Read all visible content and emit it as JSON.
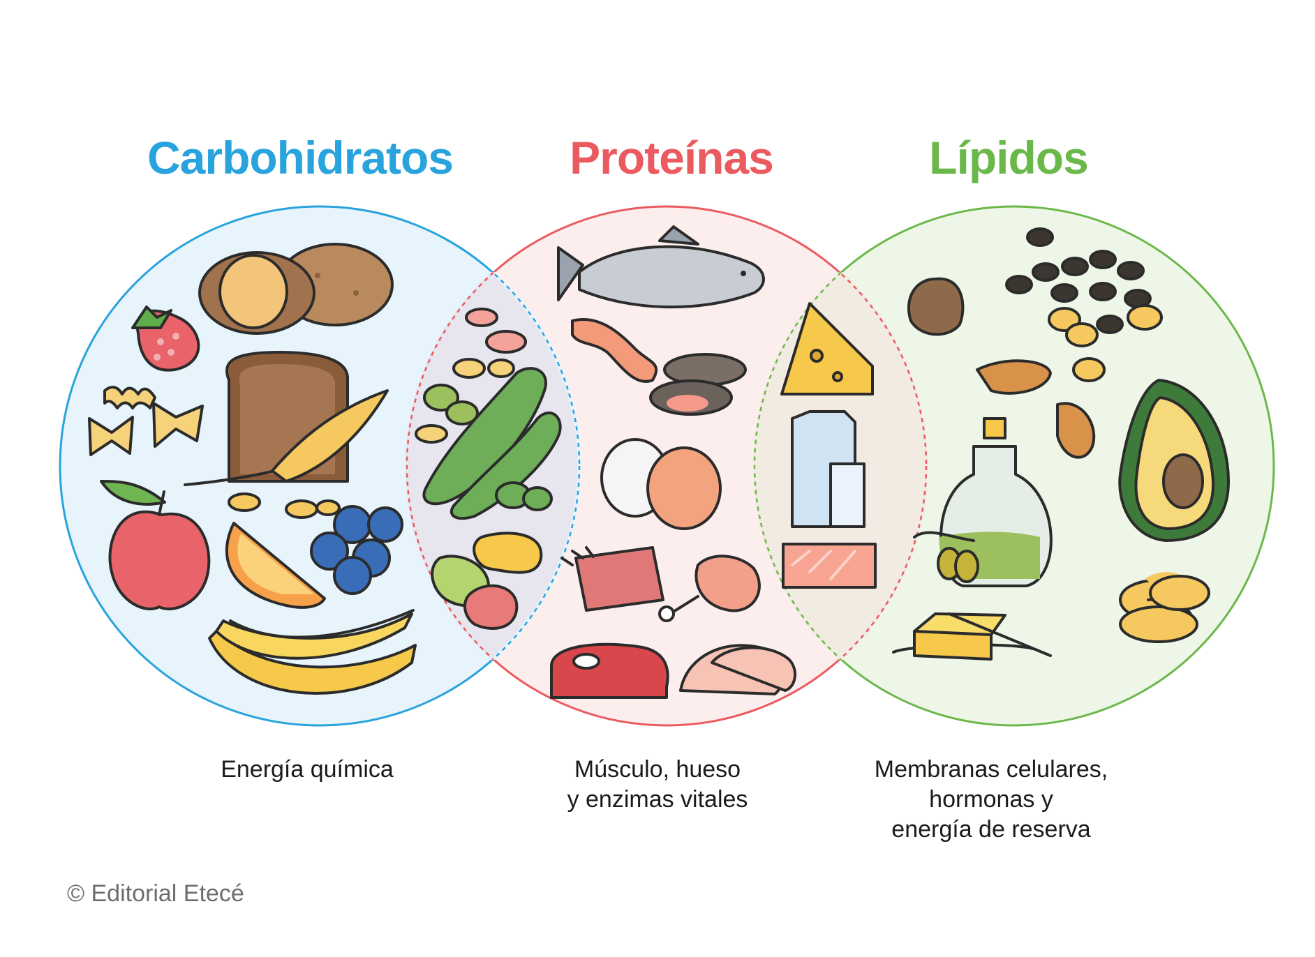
{
  "colors": {
    "carbohidratos": "#29a3dd",
    "proteinas": "#ea5a5f",
    "lipidos": "#6bb84a"
  },
  "sets": [
    {
      "id": "carbohidratos",
      "title": "Carbohidratos",
      "description": [
        "Energía química"
      ],
      "items": [
        "sweet-potato",
        "potato",
        "strawberry",
        "pasta-fusilli",
        "pasta-farfalle",
        "bread-slice",
        "wheat-ear",
        "apple",
        "orange-slice",
        "blueberries",
        "bananas"
      ]
    },
    {
      "id": "proteinas",
      "title": "Proteínas",
      "description": [
        "Músculo, hueso",
        "y enzimas vitales"
      ],
      "items": [
        "fish",
        "shrimp",
        "mussels",
        "eggs",
        "lamb-ribs",
        "chicken-leg",
        "steak",
        "chicken-breast"
      ]
    },
    {
      "id": "lipidos",
      "title": "Lípidos",
      "description": [
        "Membranas celulares,",
        "hormonas y",
        "energía de reserva"
      ],
      "items": [
        "hazelnut",
        "seeds",
        "almond",
        "olive-oil",
        "olives",
        "avocado",
        "butter",
        "peanuts"
      ]
    }
  ],
  "overlaps": [
    {
      "between": [
        "carbohidratos",
        "proteinas"
      ],
      "items": [
        "beans",
        "lentils",
        "edamame",
        "soybeans"
      ]
    },
    {
      "between": [
        "proteinas",
        "lipidos"
      ],
      "items": [
        "cheese",
        "milk",
        "salmon-fillet"
      ]
    }
  ],
  "copyright": "© Editorial Etecé"
}
